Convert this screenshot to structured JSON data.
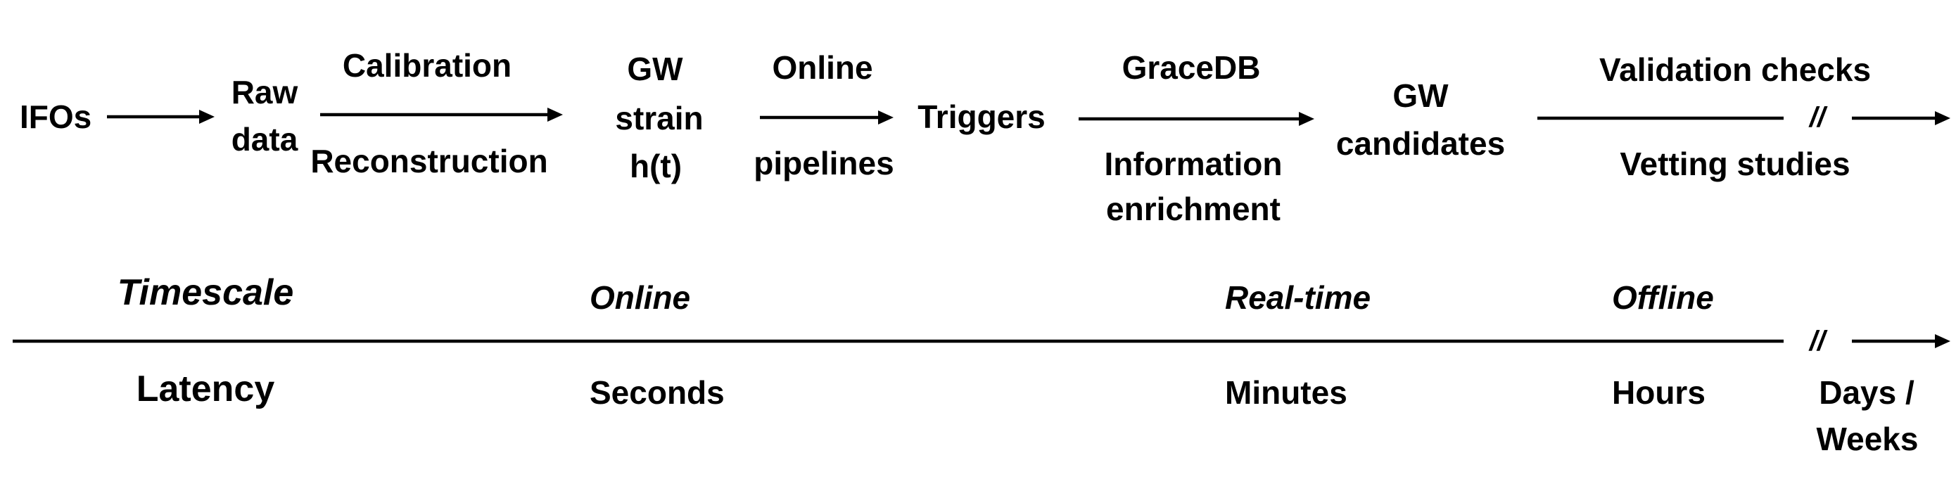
{
  "pipeline": {
    "ifos": "IFOs",
    "raw_data": [
      "Raw",
      "data"
    ],
    "calibration": "Calibration",
    "reconstruction": "Reconstruction",
    "gw_strain": [
      "GW",
      "strain",
      "h(t)"
    ],
    "online_pipelines": [
      "Online",
      "pipelines"
    ],
    "triggers": "Triggers",
    "gracedb": "GraceDB",
    "information_enrichment": [
      "Information",
      "enrichment"
    ],
    "gw_candidates": [
      "GW",
      "candidates"
    ],
    "validation_checks": "Validation checks",
    "vetting_studies": "Vetting studies",
    "break_mark": "//"
  },
  "timeline": {
    "timescale_label": "Timescale",
    "latency_label": "Latency",
    "timescales": {
      "online": "Online",
      "real_time": "Real-time",
      "offline": "Offline"
    },
    "latencies": {
      "seconds": "Seconds",
      "minutes": "Minutes",
      "hours": "Hours",
      "days_weeks": [
        "Days /",
        "Weeks"
      ]
    },
    "break_mark": "//"
  }
}
